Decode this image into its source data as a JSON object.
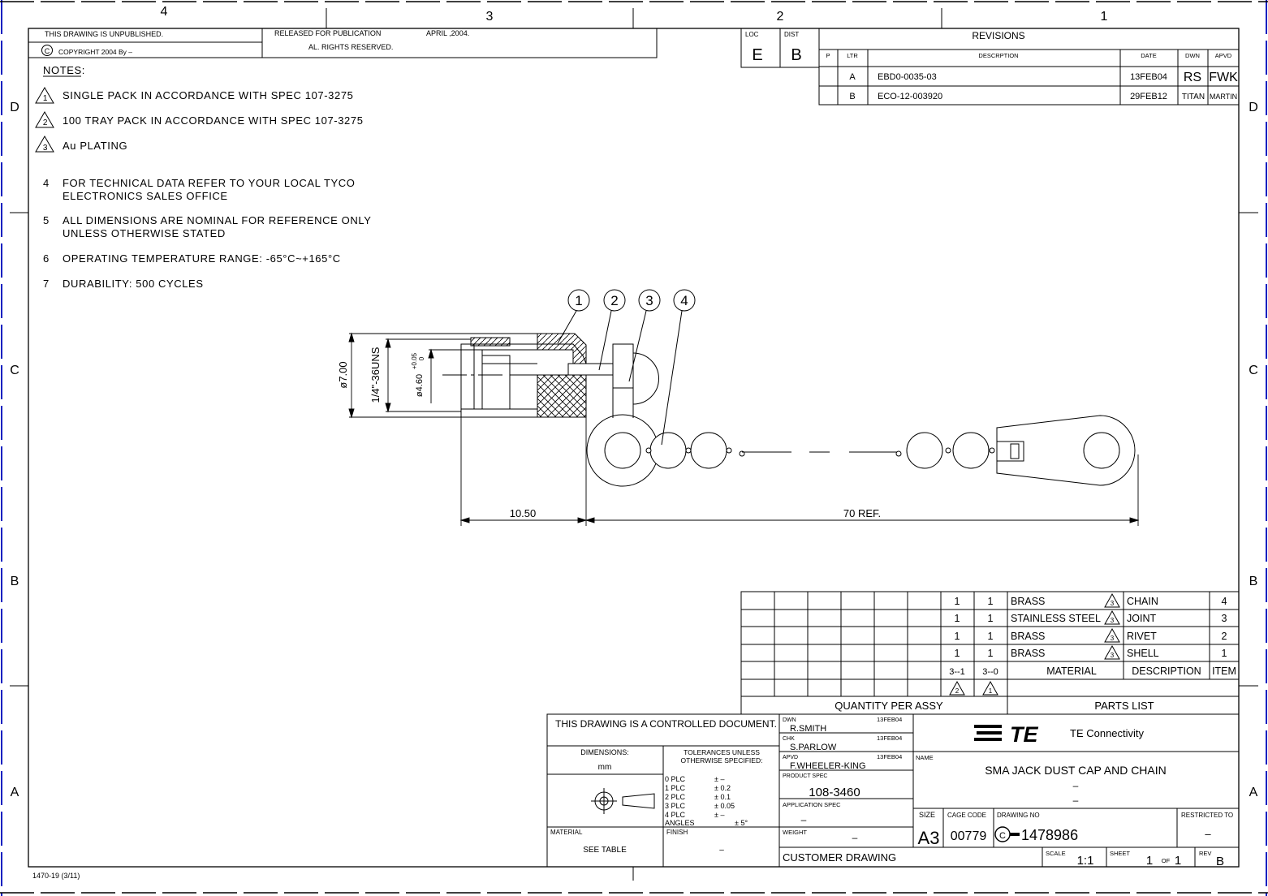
{
  "zones": {
    "top": [
      "4",
      "3",
      "2",
      "1"
    ],
    "side": [
      "D",
      "C",
      "B",
      "A"
    ]
  },
  "header": {
    "unpublished": "THIS DRAWING IS UNPUBLISHED.",
    "copyright_mark": "C",
    "copyright": "COPYRIGHT 2004 By –",
    "released": "RELEASED FOR PUBLICATION",
    "release_date": "APRIL ,2004.",
    "rights": "AL. RIGHTS RESERVED."
  },
  "loc_dist": {
    "loc_label": "LOC",
    "loc": "E",
    "dist_label": "DIST",
    "dist": "B"
  },
  "revisions": {
    "title": "REVISIONS",
    "headers": [
      "P",
      "LTR",
      "DESCRPTION",
      "DATE",
      "DWN",
      "APVD"
    ],
    "rows": [
      {
        "ltr": "A",
        "desc": "EBD0-0035-03",
        "date": "13FEB04",
        "dwn": "RS",
        "apvd": "FWK"
      },
      {
        "ltr": "B",
        "desc": "ECO-12-003920",
        "date": "29FEB12",
        "dwn": "TITAN",
        "apvd": "MARTIN"
      }
    ]
  },
  "notes": {
    "title": "NOTES:",
    "flagged": [
      {
        "num": "1",
        "text": "SINGLE PACK IN ACCORDANCE WITH SPEC 107-3275"
      },
      {
        "num": "2",
        "text": "100 TRAY PACK IN ACCORDANCE WITH SPEC 107-3275"
      },
      {
        "num": "3",
        "text": "Au PLATING"
      }
    ],
    "plain": [
      {
        "num": "4",
        "line1": "FOR TECHNICAL DATA REFER TO YOUR LOCAL TYCO",
        "line2": "ELECTRONICS SALES OFFICE"
      },
      {
        "num": "5",
        "line1": "ALL DIMENSIONS ARE NOMINAL FOR REFERENCE ONLY",
        "line2": "UNLESS OTHERWISE STATED"
      },
      {
        "num": "6",
        "line1": "OPERATING TEMPERATURE RANGE: -65°C~+165°C",
        "line2": ""
      },
      {
        "num": "7",
        "line1": "DURABILITY: 500 CYCLES",
        "line2": ""
      }
    ]
  },
  "drawing": {
    "balloons": [
      "1",
      "2",
      "3",
      "4"
    ],
    "dim_outer": "ø7.00",
    "dim_thread": "1/4\"-36UNS",
    "dim_inner": "ø4.60",
    "tol_up": "+0.05",
    "tol_low": "0",
    "dim_length": "10.50",
    "dim_chain": "70 REF."
  },
  "parts_list": {
    "rows": [
      {
        "q1": "1",
        "q2": "1",
        "material": "BRASS",
        "flag": "3",
        "desc": "CHAIN",
        "item": "4"
      },
      {
        "q1": "1",
        "q2": "1",
        "material": "STAINLESS STEEL",
        "flag": "3",
        "desc": "JOINT",
        "item": "3"
      },
      {
        "q1": "1",
        "q2": "1",
        "material": "BRASS",
        "flag": "3",
        "desc": "RIVET",
        "item": "2"
      },
      {
        "q1": "1",
        "q2": "1",
        "material": "BRASS",
        "flag": "3",
        "desc": "SHELL",
        "item": "1"
      }
    ],
    "head": {
      "c1": "3--1",
      "c2": "3--0",
      "material": "MATERIAL",
      "desc": "DESCRIPTION",
      "item": "ITEM"
    },
    "flags": [
      "2",
      "1"
    ],
    "qty_label": "QUANTITY PER ASSY",
    "title": "PARTS LIST"
  },
  "title_block": {
    "controlled": "THIS DRAWING IS A CONTROLLED DOCUMENT.",
    "dimensions_label": "DIMENSIONS:",
    "dimensions_unit": "mm",
    "tol_title1": "TOLERANCES UNLESS",
    "tol_title2": "OTHERWISE SPECIFIED:",
    "tolerances": [
      {
        "plc": "0 PLC",
        "val": "± –"
      },
      {
        "plc": "1 PLC",
        "val": "± 0.2"
      },
      {
        "plc": "2 PLC",
        "val": "± 0.1"
      },
      {
        "plc": "3 PLC",
        "val": "± 0.05"
      },
      {
        "plc": "4 PLC",
        "val": "± –"
      }
    ],
    "angles_label": "ANGLES",
    "angles_val": "± 5°",
    "material_label": "MATERIAL",
    "material_val": "SEE TABLE",
    "finish_label": "FINISH",
    "finish_val": "–",
    "dwn_label": "DWN",
    "dwn": "R.SMITH",
    "dwn_date": "13FEB04",
    "chk_label": "CHK",
    "chk": "S.PARLOW",
    "chk_date": "13FEB04",
    "apvd_label": "APVD",
    "apvd": "F.WHEELER-KING",
    "apvd_date": "13FEB04",
    "prod_spec_label": "PRODUCT SPEC",
    "prod_spec": "108-3460",
    "app_spec_label": "APPLICATION SPEC",
    "app_spec": "–",
    "weight_label": "WEIGHT",
    "weight": "–",
    "customer": "CUSTOMER DRAWING",
    "logo": "TE",
    "company": "TE Connectivity",
    "name_label": "NAME",
    "name": "SMA JACK DUST CAP AND CHAIN",
    "name2": "–",
    "name3": "–",
    "size_label": "SIZE",
    "size": "A3",
    "cage_label": "CAGE CODE",
    "cage": "00779",
    "dwg_label": "DRAWING NO",
    "dwg_mark": "C",
    "dwg": "1478986",
    "restricted_label": "RESTRICTED TO",
    "restricted": "–",
    "scale_label": "SCALE",
    "scale": "1:1",
    "sheet_label": "SHEET",
    "sheet": "1",
    "sheet_of": "OF",
    "sheet_total": "1",
    "rev_label": "REV",
    "rev": "B"
  },
  "footer": {
    "form": "1470-19 (3/11)"
  }
}
